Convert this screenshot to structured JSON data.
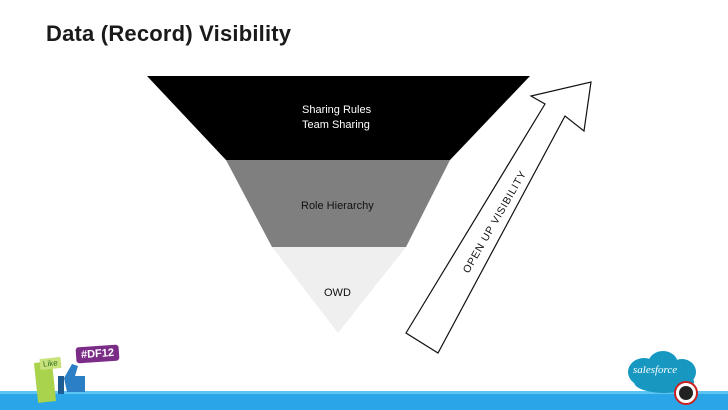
{
  "slide": {
    "title": "Data (Record) Visibility"
  },
  "funnel": {
    "top_lines": [
      "Sharing Rules",
      "Team Sharing"
    ],
    "middle_label": "Role Hierarchy",
    "bottom_label": "OWD"
  },
  "arrow": {
    "label": "OPEN UP VISIBILITY"
  },
  "branding": {
    "event_badge": "#DF12",
    "like_badge": "Like",
    "logo_text": "salesforce"
  },
  "colors": {
    "top_band": "#000000",
    "middle_band": "#7f7f7f",
    "bottom_band": "#efefef",
    "bottom_bar": "#2aa6e8",
    "logo_cloud": "#1798c1"
  }
}
